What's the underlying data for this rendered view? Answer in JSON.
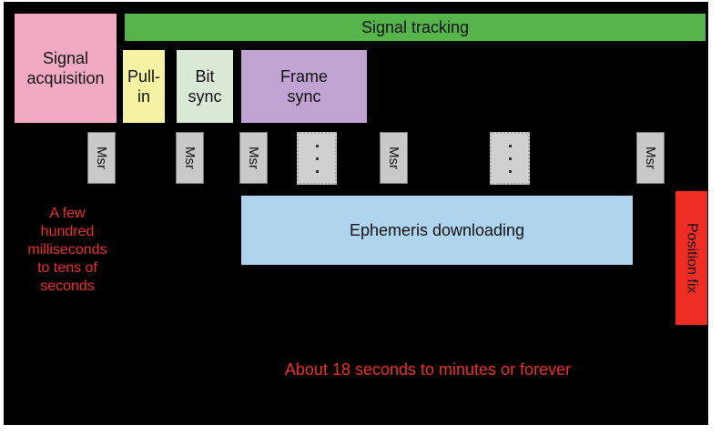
{
  "tracking_bar": {
    "label": "Signal tracking"
  },
  "phases": {
    "signal_acquisition": {
      "lines": [
        "Signal",
        "acquisition"
      ]
    },
    "pull_in": {
      "lines": [
        "Pull-",
        "in"
      ]
    },
    "bit_sync": {
      "lines": [
        "Bit",
        "sync"
      ]
    },
    "frame_sync": {
      "lines": [
        "Frame",
        "sync"
      ]
    }
  },
  "measurements": {
    "label": "Msr",
    "count": 5
  },
  "ephemeris": {
    "label": "Ephemeris downloading"
  },
  "position_fix": {
    "label": "Position fix"
  },
  "annotations": {
    "acquisition_time": {
      "lines": [
        "A few",
        "hundred",
        "milliseconds",
        "to tens of",
        "seconds"
      ]
    },
    "tracking_time": "About 18 seconds to minutes or forever"
  },
  "colors": {
    "background": "#ffffff",
    "panel": "#000000",
    "signal_acquisition": "#f2a9c6",
    "signal_tracking": "#55b54b",
    "pull_in": "#f5f2a3",
    "bit_sync": "#d9e9d5",
    "frame_sync": "#c1a3d3",
    "measurement": "#c9c9c9",
    "ellipsis_box": "#d0d0d0",
    "ephemeris": "#aed4ee",
    "position_fix": "#ee2e24",
    "annotation_text": "#ee3124"
  }
}
